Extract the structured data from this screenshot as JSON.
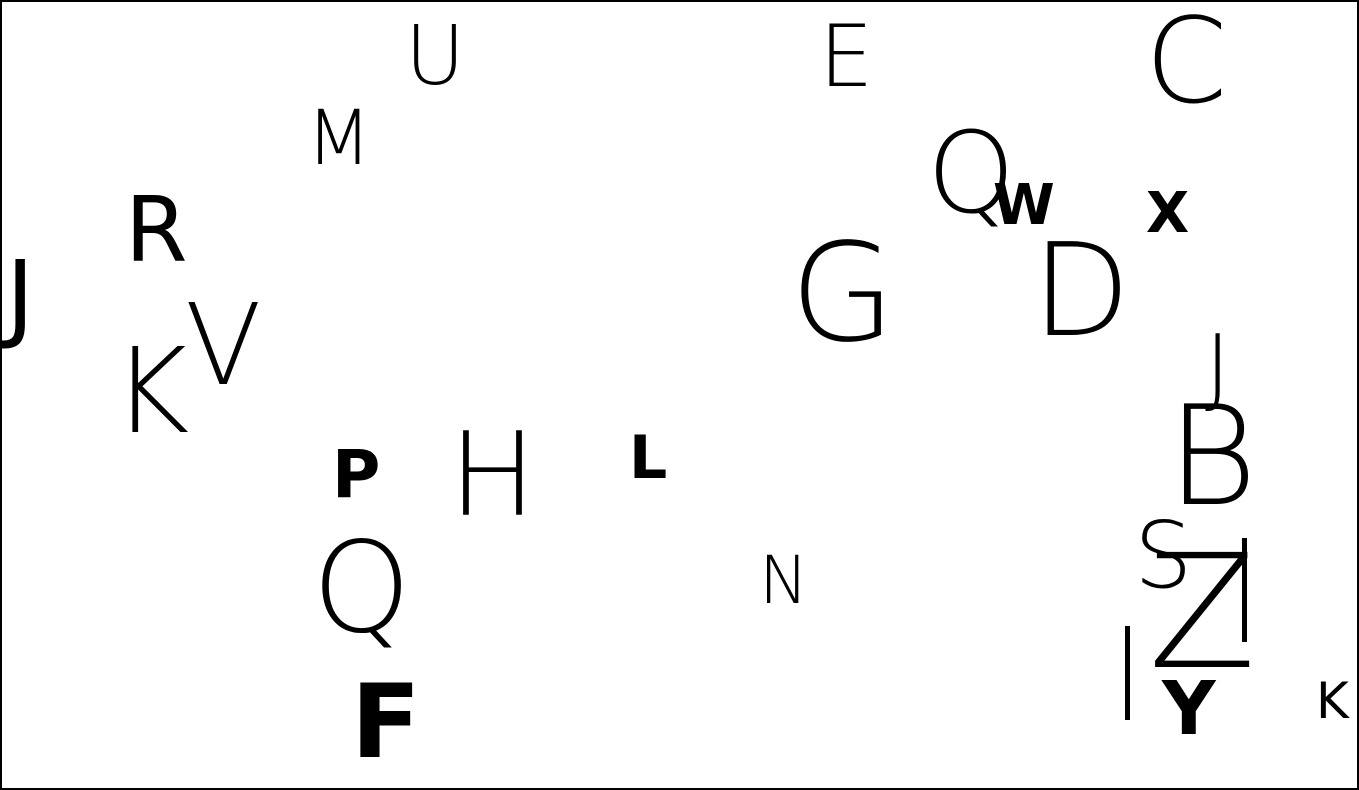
{
  "ink_color": "#000000",
  "background_color": "#ffffff",
  "letters": {
    "u": "U",
    "e": "E",
    "c": "C",
    "m": "M",
    "q_top": "Q",
    "w": "W",
    "x": "X",
    "r": "R",
    "j_left": "J",
    "g": "G",
    "d": "D",
    "v": "V",
    "k_big": "K",
    "j_right": "J",
    "b": "B",
    "p": "P",
    "h": "H",
    "l": "L",
    "s": "S",
    "z": "Z",
    "n": "N",
    "q_bottom": "Q",
    "f": "F",
    "y": "Y",
    "k_small": "K"
  }
}
